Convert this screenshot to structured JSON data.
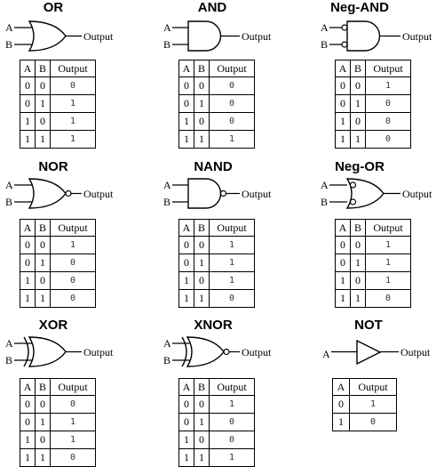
{
  "gates": [
    {
      "id": "or",
      "title": "OR",
      "inputs": [
        "A",
        "B"
      ],
      "output": "Output",
      "headers": [
        "A",
        "B",
        "Output"
      ],
      "rows": [
        [
          "0",
          "0",
          "0"
        ],
        [
          "0",
          "1",
          "1"
        ],
        [
          "1",
          "0",
          "1"
        ],
        [
          "1",
          "1",
          "1"
        ]
      ]
    },
    {
      "id": "and",
      "title": "AND",
      "inputs": [
        "A",
        "B"
      ],
      "output": "Output",
      "headers": [
        "A",
        "B",
        "Output"
      ],
      "rows": [
        [
          "0",
          "0",
          "0"
        ],
        [
          "0",
          "1",
          "0"
        ],
        [
          "1",
          "0",
          "0"
        ],
        [
          "1",
          "1",
          "1"
        ]
      ]
    },
    {
      "id": "nand_neg",
      "title": "Neg-AND",
      "inputs": [
        "A",
        "B"
      ],
      "output": "Output",
      "headers": [
        "A",
        "B",
        "Output"
      ],
      "rows": [
        [
          "0",
          "0",
          "1"
        ],
        [
          "0",
          "1",
          "0"
        ],
        [
          "1",
          "0",
          "0"
        ],
        [
          "1",
          "1",
          "0"
        ]
      ]
    },
    {
      "id": "nor",
      "title": "NOR",
      "inputs": [
        "A",
        "B"
      ],
      "output": "Output",
      "headers": [
        "A",
        "B",
        "Output"
      ],
      "rows": [
        [
          "0",
          "0",
          "1"
        ],
        [
          "0",
          "1",
          "0"
        ],
        [
          "1",
          "0",
          "0"
        ],
        [
          "1",
          "1",
          "0"
        ]
      ]
    },
    {
      "id": "nand",
      "title": "NAND",
      "inputs": [
        "A",
        "B"
      ],
      "output": "Output",
      "headers": [
        "A",
        "B",
        "Output"
      ],
      "rows": [
        [
          "0",
          "0",
          "1"
        ],
        [
          "0",
          "1",
          "1"
        ],
        [
          "1",
          "0",
          "1"
        ],
        [
          "1",
          "1",
          "0"
        ]
      ]
    },
    {
      "id": "or_neg",
      "title": "Neg-OR",
      "inputs": [
        "A",
        "B"
      ],
      "output": "Output",
      "headers": [
        "A",
        "B",
        "Output"
      ],
      "rows": [
        [
          "0",
          "0",
          "1"
        ],
        [
          "0",
          "1",
          "1"
        ],
        [
          "1",
          "0",
          "1"
        ],
        [
          "1",
          "1",
          "0"
        ]
      ]
    },
    {
      "id": "xor",
      "title": "XOR",
      "inputs": [
        "A",
        "B"
      ],
      "output": "Output",
      "headers": [
        "A",
        "B",
        "Output"
      ],
      "rows": [
        [
          "0",
          "0",
          "0"
        ],
        [
          "0",
          "1",
          "1"
        ],
        [
          "1",
          "0",
          "1"
        ],
        [
          "1",
          "1",
          "0"
        ]
      ]
    },
    {
      "id": "xnor",
      "title": "XNOR",
      "inputs": [
        "A",
        "B"
      ],
      "output": "Output",
      "headers": [
        "A",
        "B",
        "Output"
      ],
      "rows": [
        [
          "0",
          "0",
          "1"
        ],
        [
          "0",
          "1",
          "0"
        ],
        [
          "1",
          "0",
          "0"
        ],
        [
          "1",
          "1",
          "1"
        ]
      ]
    },
    {
      "id": "not",
      "title": "NOT",
      "inputs": [
        "A"
      ],
      "output": "Output",
      "headers": [
        "A",
        "Output"
      ],
      "rows": [
        [
          "0",
          "1"
        ],
        [
          "1",
          "0"
        ]
      ]
    }
  ]
}
